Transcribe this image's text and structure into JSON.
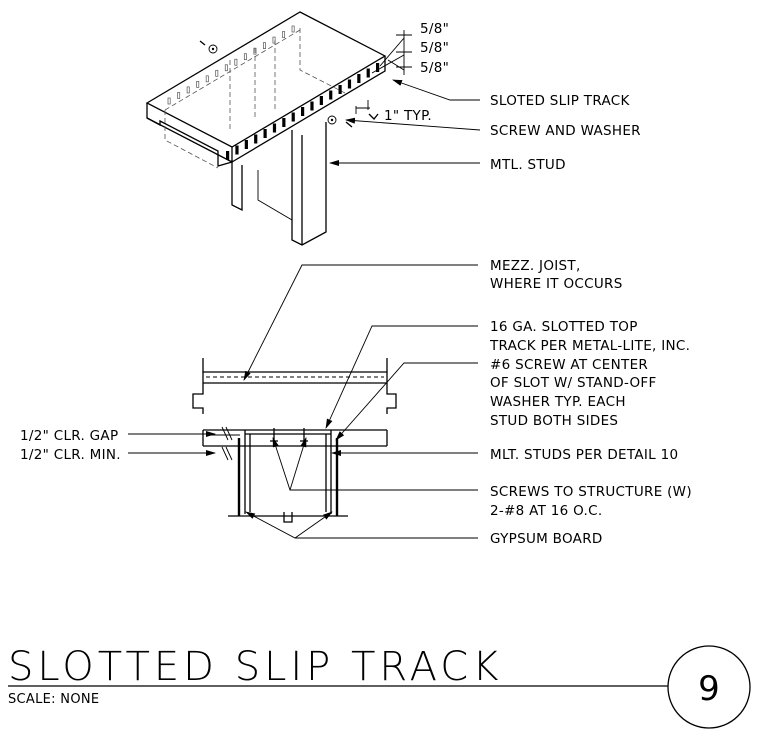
{
  "isometric_detail": {
    "dims": [
      "5/8\"",
      "5/8\"",
      "5/8\""
    ],
    "typ_note": "1\" TYP.",
    "callouts": [
      "SLOTED SLIP TRACK",
      "SCREW AND WASHER",
      "MTL. STUD"
    ]
  },
  "section_detail": {
    "right_callouts": {
      "joist": [
        "MEZZ. JOIST,",
        "WHERE IT OCCURS"
      ],
      "track": [
        "16 GA. SLOTTED TOP",
        "TRACK PER METAL-LITE, INC.",
        "#6 SCREW AT CENTER",
        "OF SLOT W/ STAND-OFF",
        "WASHER TYP. EACH",
        "STUD BOTH SIDES"
      ],
      "studs": "MLT. STUDS PER DETAIL 10",
      "screws": [
        "SCREWS TO STRUCTURE (W)",
        "2-#8 AT 16 O.C."
      ],
      "gypsum": "GYPSUM BOARD"
    },
    "left_callouts": [
      "1/2\" CLR. GAP",
      "1/2\" CLR. MIN."
    ]
  },
  "title_block": {
    "title": "SLOTTED SLIP TRACK",
    "scale": "SCALE: NONE",
    "detail_number": "9"
  }
}
